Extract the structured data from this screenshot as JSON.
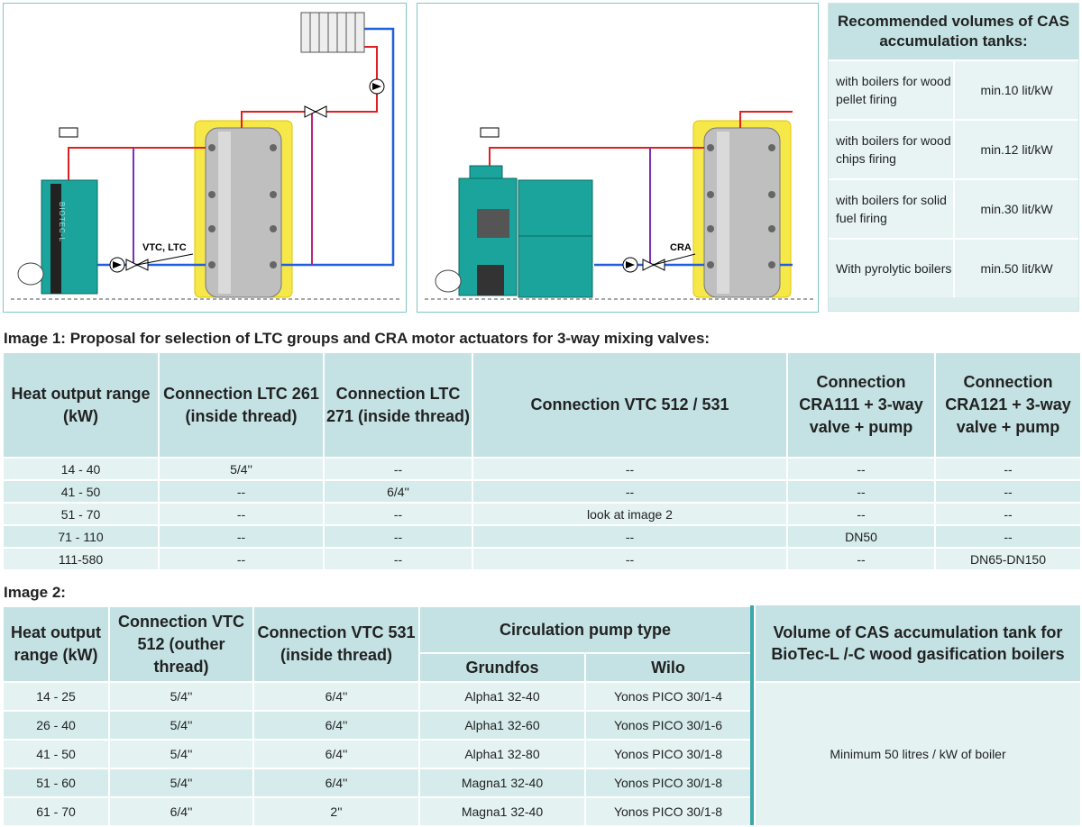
{
  "diagram1": {
    "valve_label": "VTC, LTC",
    "boiler_brand": "BIOTEC-L"
  },
  "diagram2": {
    "valve_label": "CRA"
  },
  "recommended": {
    "title": "Recommended volumes of CAS accumulation tanks:",
    "rows": [
      {
        "type": "with boilers for wood pellet firing",
        "value": "min.10 lit/kW"
      },
      {
        "type": "with boilers for wood chips firing",
        "value": "min.12 lit/kW"
      },
      {
        "type": "with boilers for solid fuel firing",
        "value": "min.30 lit/kW"
      },
      {
        "type": "With pyrolytic boilers",
        "value": "min.50 lit/kW"
      }
    ]
  },
  "image1": {
    "caption": "Image 1: Proposal for selection of LTC groups and CRA motor actuators for 3-way mixing valves:",
    "headers": [
      "Heat output range (kW)",
      "Connection LTC 261 (inside thread)",
      "Connection LTC 271 (inside thread)",
      "Connection VTC 512 / 531",
      "Connection CRA111 + 3-way valve + pump",
      "Connection CRA121 + 3-way valve + pump"
    ],
    "rows": [
      [
        "14 - 40",
        "5/4''",
        "--",
        "--",
        "--",
        "--"
      ],
      [
        "41 - 50",
        "--",
        "6/4''",
        "--",
        "--",
        "--"
      ],
      [
        "51 - 70",
        "--",
        "--",
        "look at image 2",
        "--",
        "--"
      ],
      [
        "71 - 110",
        "--",
        "--",
        "--",
        "DN50",
        "--"
      ],
      [
        "111-580",
        "--",
        "--",
        "--",
        "--",
        "DN65-DN150"
      ]
    ]
  },
  "image2": {
    "caption": "Image 2:",
    "headers": {
      "range": "Heat output range (kW)",
      "vtc512": "Connection VTC 512 (outher thread)",
      "vtc531": "Connection VTC 531 (inside thread)",
      "pump": "Circulation pump type",
      "grundfos": "Grundfos",
      "wilo": "Wilo"
    },
    "rows": [
      [
        "14 - 25",
        "5/4''",
        "6/4''",
        "Alpha1 32-40",
        "Yonos PICO 30/1-4"
      ],
      [
        "26 - 40",
        "5/4''",
        "6/4''",
        "Alpha1 32-60",
        "Yonos PICO 30/1-6"
      ],
      [
        "41 - 50",
        "5/4''",
        "6/4''",
        "Alpha1 32-80",
        "Yonos PICO 30/1-8"
      ],
      [
        "51 - 60",
        "5/4''",
        "6/4''",
        "Magna1 32-40",
        "Yonos PICO 30/1-8"
      ],
      [
        "61 - 70",
        "6/4''",
        "2''",
        "Magna1 32-40",
        "Yonos PICO 30/1-8"
      ]
    ],
    "cas": {
      "title": "Volume of CAS accumulation tank for BioTec-L /-C wood gasification boilers",
      "value": "Minimum 50 litres / kW of boiler"
    }
  }
}
